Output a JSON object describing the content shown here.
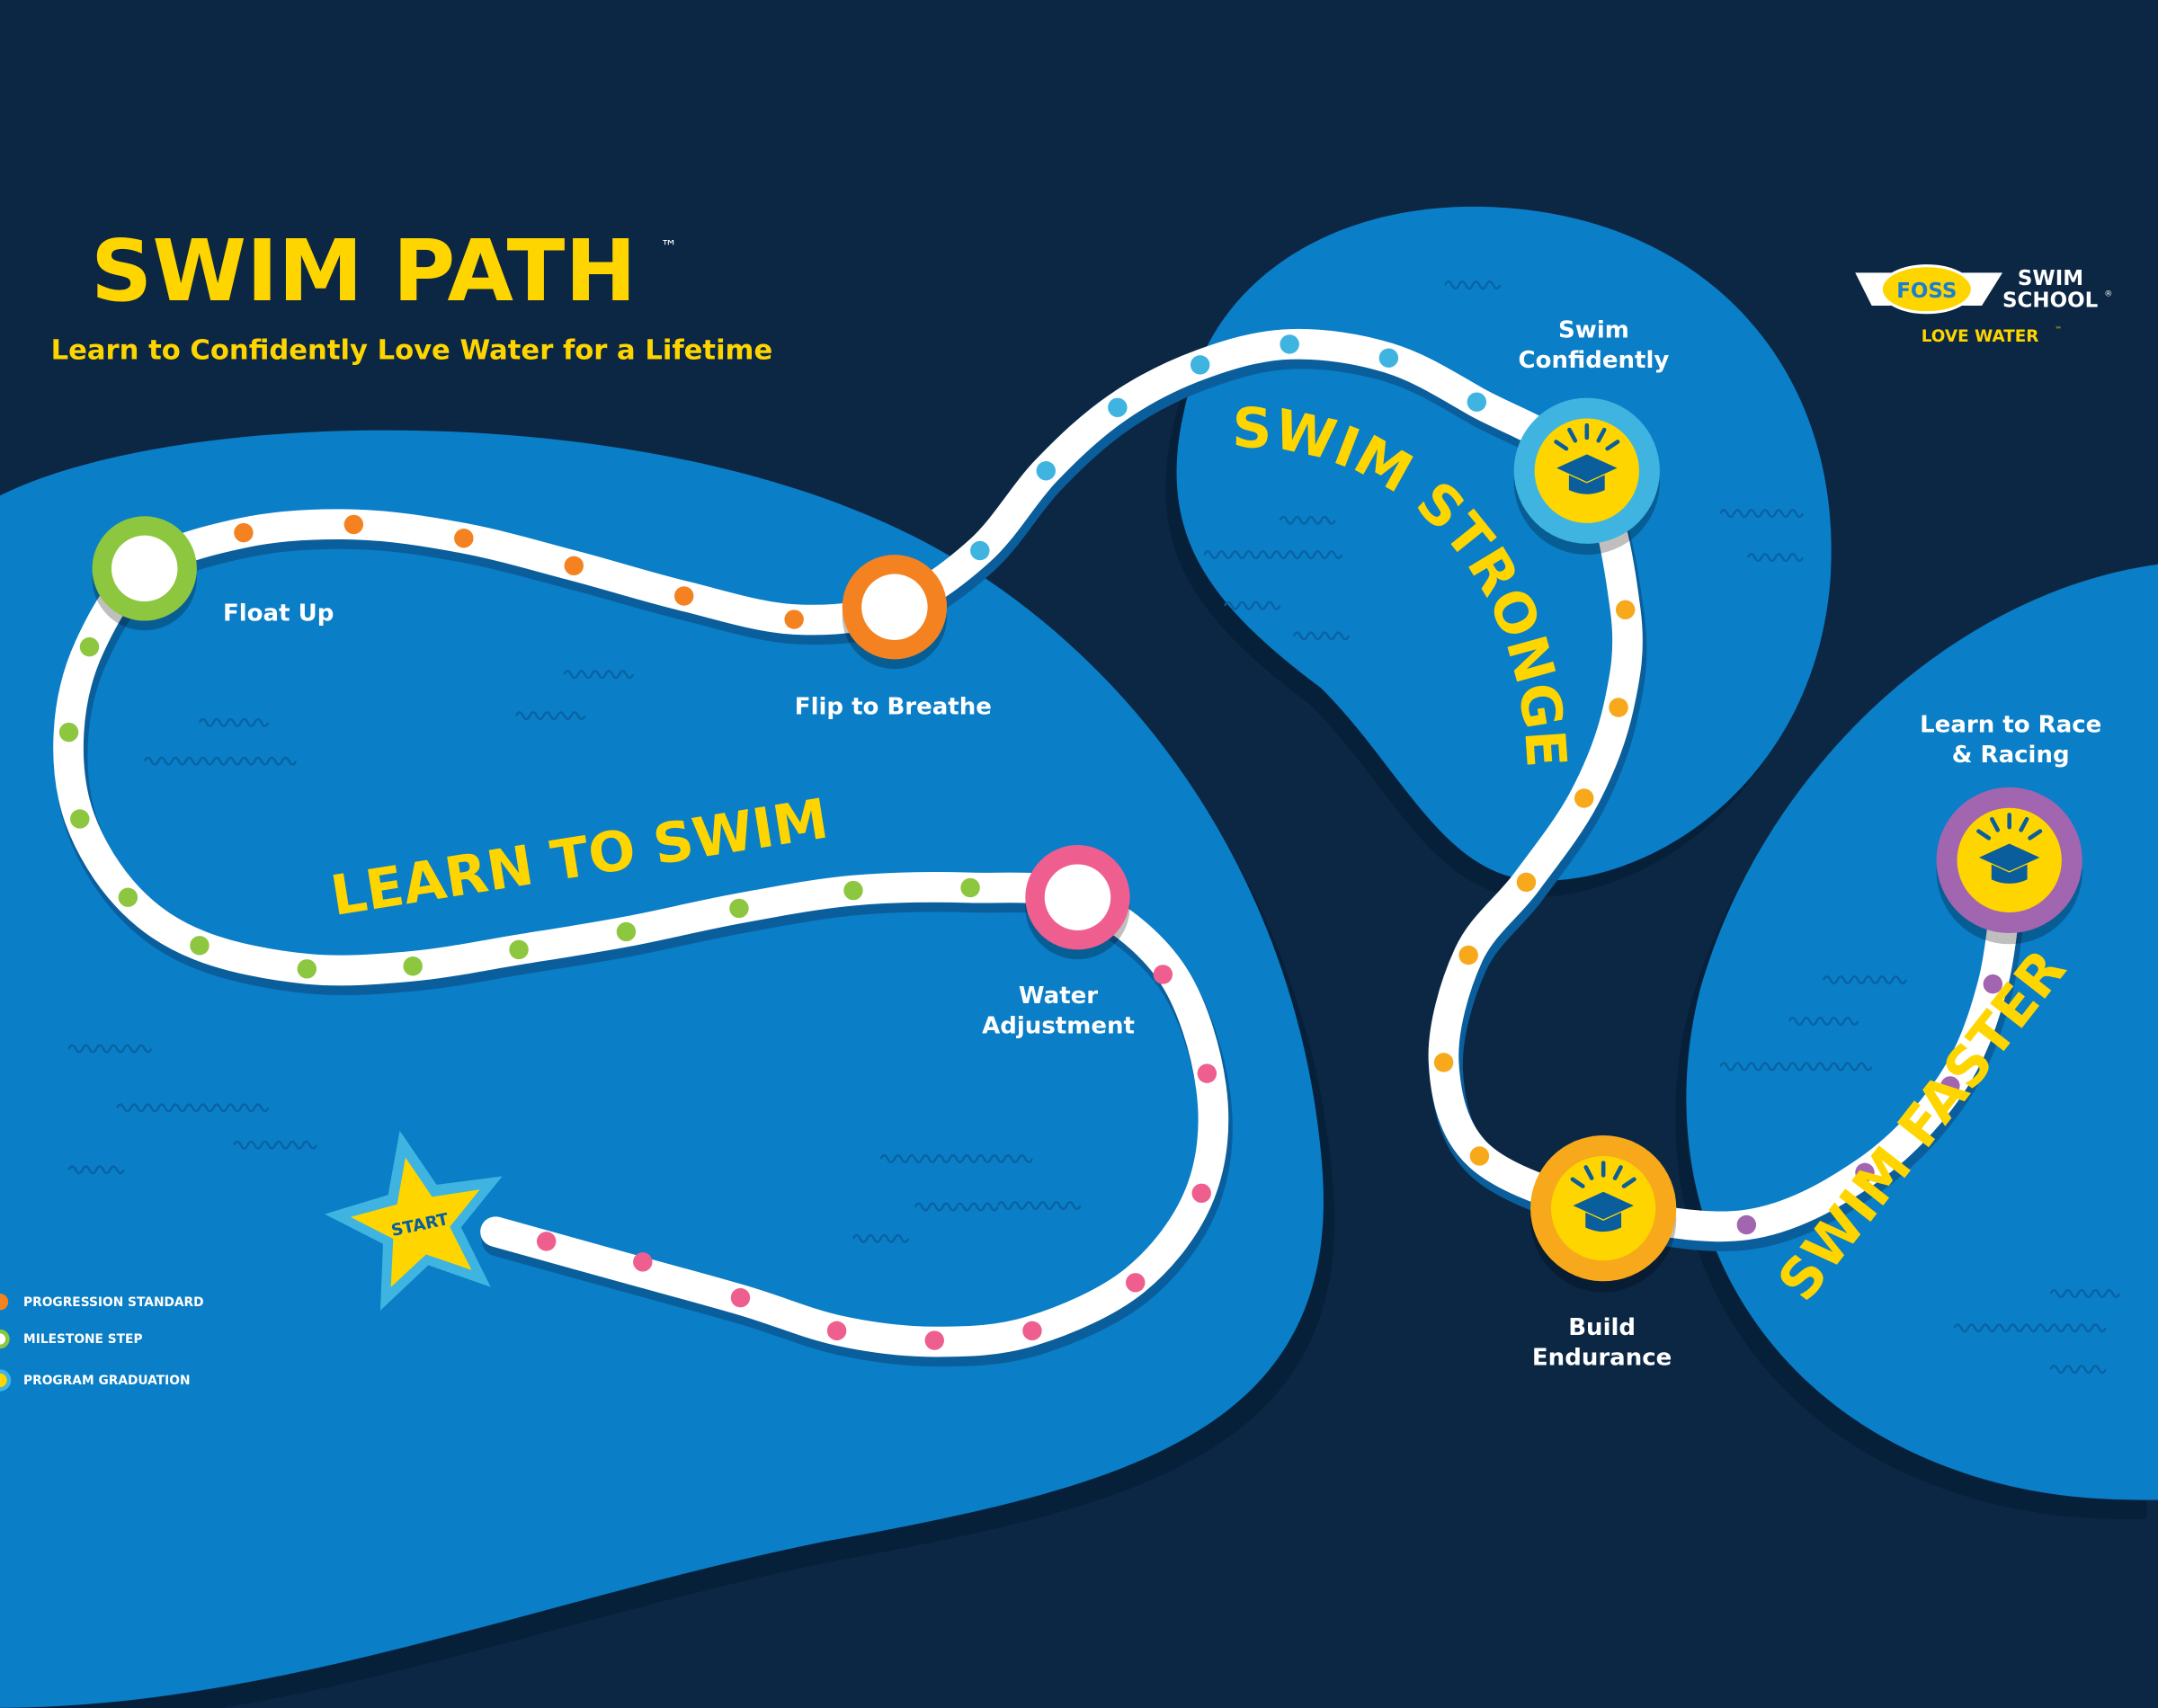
{
  "header": {
    "title": "SWIM PATH",
    "trademark": "™",
    "subtitle": "Learn to Confidently Love Water for a Lifetime"
  },
  "logo": {
    "badge": "FOSS",
    "line1": "SWIM",
    "line2": "SCHOOL",
    "registered": "®",
    "tagline": "LOVE WATER",
    "tagline_tm": "™"
  },
  "segments": {
    "learn": "LEARN TO SWIM",
    "stronger": "SWIM STRONGER",
    "faster": "SWIM FASTER"
  },
  "start_label": "START",
  "milestones": [
    {
      "label": "Float Up",
      "color": "#8dc63f"
    },
    {
      "label": "Flip to Breathe",
      "color": "#f58220"
    },
    {
      "label": "Water Adjustment",
      "line1": "Water",
      "line2": "Adjustment",
      "color": "#ee5f8f"
    },
    {
      "label": "Swim Confidently",
      "line1": "Swim",
      "line2": "Confidently",
      "color": "#3fb4e0"
    },
    {
      "label": "Build Endurance",
      "line1": "Build",
      "line2": "Endurance",
      "color": "#f7a81b"
    },
    {
      "label": "Learn to Race & Racing",
      "line1": "Learn to Race",
      "line2": "& Racing",
      "color": "#a265b0"
    }
  ],
  "legend": [
    {
      "label": "PROGRESSION STANDARD"
    },
    {
      "label": "MILESTONE STEP"
    },
    {
      "label": "PROGRAM GRADUATION"
    }
  ],
  "colors": {
    "background": "#0b2744",
    "water": "#0a7ec6",
    "accent": "#ffd500"
  }
}
